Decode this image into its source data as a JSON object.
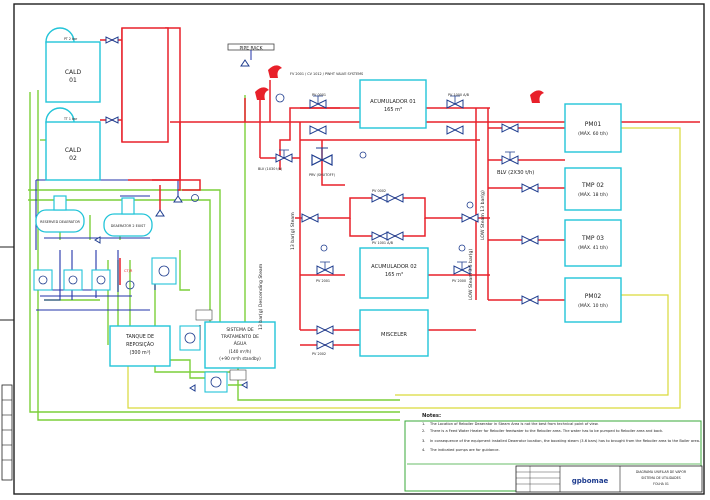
{
  "colors": {
    "steam": "#e8202a",
    "condensate": "#7ccf3a",
    "equipment": "#22c4d8",
    "blue_line": "#2233aa",
    "yellow_line": "#d9d93a",
    "valve": "#1f3d8f",
    "frame": "#202020",
    "green_frame": "#38a838"
  },
  "equipment": {
    "cald01": {
      "label": "CALD",
      "sub": "01"
    },
    "cald02": {
      "label": "CALD",
      "sub": "02"
    },
    "acumulador01": {
      "label": "ACUMULADOR 01",
      "sub": "165 m³"
    },
    "acumulador02": {
      "label": "ACUMULADOR 02",
      "sub": "165 m³"
    },
    "pm01": {
      "label": "PM01",
      "sub": "(MÁX. 60 t/h)"
    },
    "tmp02": {
      "label": "TMP 02",
      "sub": "(MÁX. 18 t/h)"
    },
    "tmp03": {
      "label": "TMP 03",
      "sub": "(MÁX. 41 t/h)"
    },
    "pm02": {
      "label": "PM02",
      "sub": "(MÁX. 10 t/h)"
    },
    "tanque": {
      "label1": "TANQUE DE",
      "label2": "REPOSIÇÃO",
      "label3": "(300 m³)"
    },
    "sistema": {
      "label1": "SISTEMA DE",
      "label2": "TRATAMENTO DE",
      "label3": "ÁGUA",
      "label4": "(140 m³/h)",
      "label5": "(+90 m³/h standby)"
    },
    "mixer": {
      "label": "MISCELER"
    },
    "deaerator1": {
      "label": "RESERVED DEAERATOR"
    },
    "deaerator2": {
      "label": "DEAERATOR 2 EXIST"
    }
  },
  "labels": {
    "pipe_rack": "PIPE RACK",
    "blv": "BLV (2X30 t/h)",
    "blv_left": "BLV (1X30 t/h)",
    "prv": "PRV (SHUTOFF)",
    "pv01": "PV 0001",
    "pv02": "PV 1000 A/B",
    "pv03": "PV 0002",
    "pv04": "PV 1001 A/B",
    "pv05": "PV 2001",
    "pv06": "PV 2000",
    "pv07": "PV 2002",
    "note_top": "FV 2001 / CV 1012 / PWHT VALVE SYSTEMS",
    "steam_left": "13 bar(g) Descending Steam",
    "steam_mid": "13 bar(g) Steam",
    "steam_right": "LOW Steam 13 bar(g)",
    "steam_right2": "LOW Steam 3.5 bar(g)",
    "temp_tag": "CT/R",
    "small1": "PT 2 bar",
    "small2": "TT 1 bar"
  },
  "notes": {
    "title": "Notes:",
    "items": [
      "The Location of Reboiler Deaerator in Steam Area is not the best from technical point of view.",
      "There is a Feed Water Heater for Reboiler feedwater to the Reboiler area. The water has to be pumped to Reboiler area and back.",
      "In consequence of the equipment installed Deaerator location, the boosting steam (3.6 bars) has to brought from the Reboiler area to the Boiler area.",
      "The indicated pumps are for guidance."
    ]
  },
  "title_block": {
    "company": "gpbomae",
    "line1": "DIAGRAMA UNIFILAR DE VAPOR",
    "line2": "SISTEMA DE UTILIDADES",
    "line3": "FOLHA 01"
  }
}
